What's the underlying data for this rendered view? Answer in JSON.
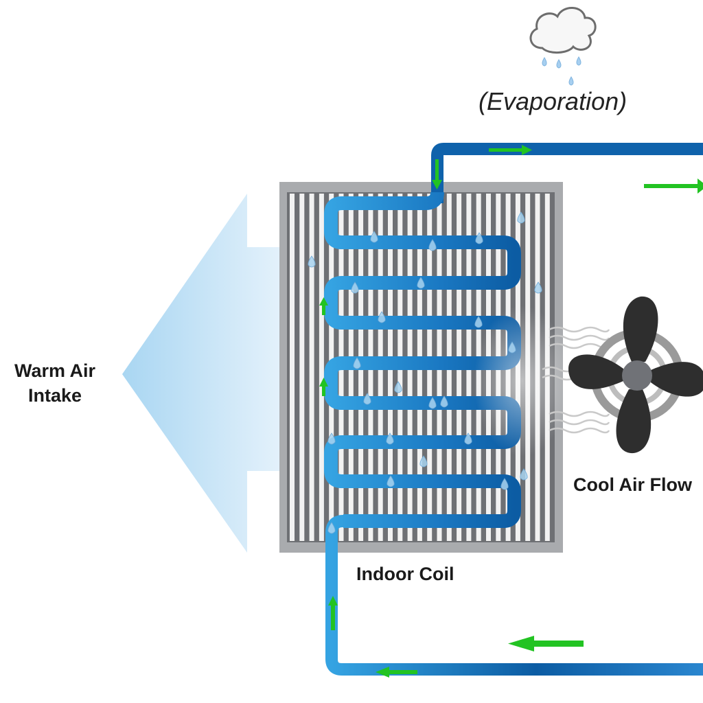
{
  "labels": {
    "warm_air": "Warm Air Intake",
    "indoor_coil": "Indoor Coil",
    "cool_air": "Cool Air Flow",
    "evaporation": "(Evaporation)"
  },
  "icons": [
    "cloud-rain-icon",
    "fan-icon",
    "water-droplet-icon",
    "flow-arrow-icon"
  ],
  "colors": {
    "pipe_light": "#35a3e2",
    "pipe_dark": "#0c5ca3",
    "flow_arrow": "#22c322",
    "air_arrow": "#a9d6f2",
    "coil_frame": "#a9abae",
    "fan": "#2e2e2e"
  }
}
